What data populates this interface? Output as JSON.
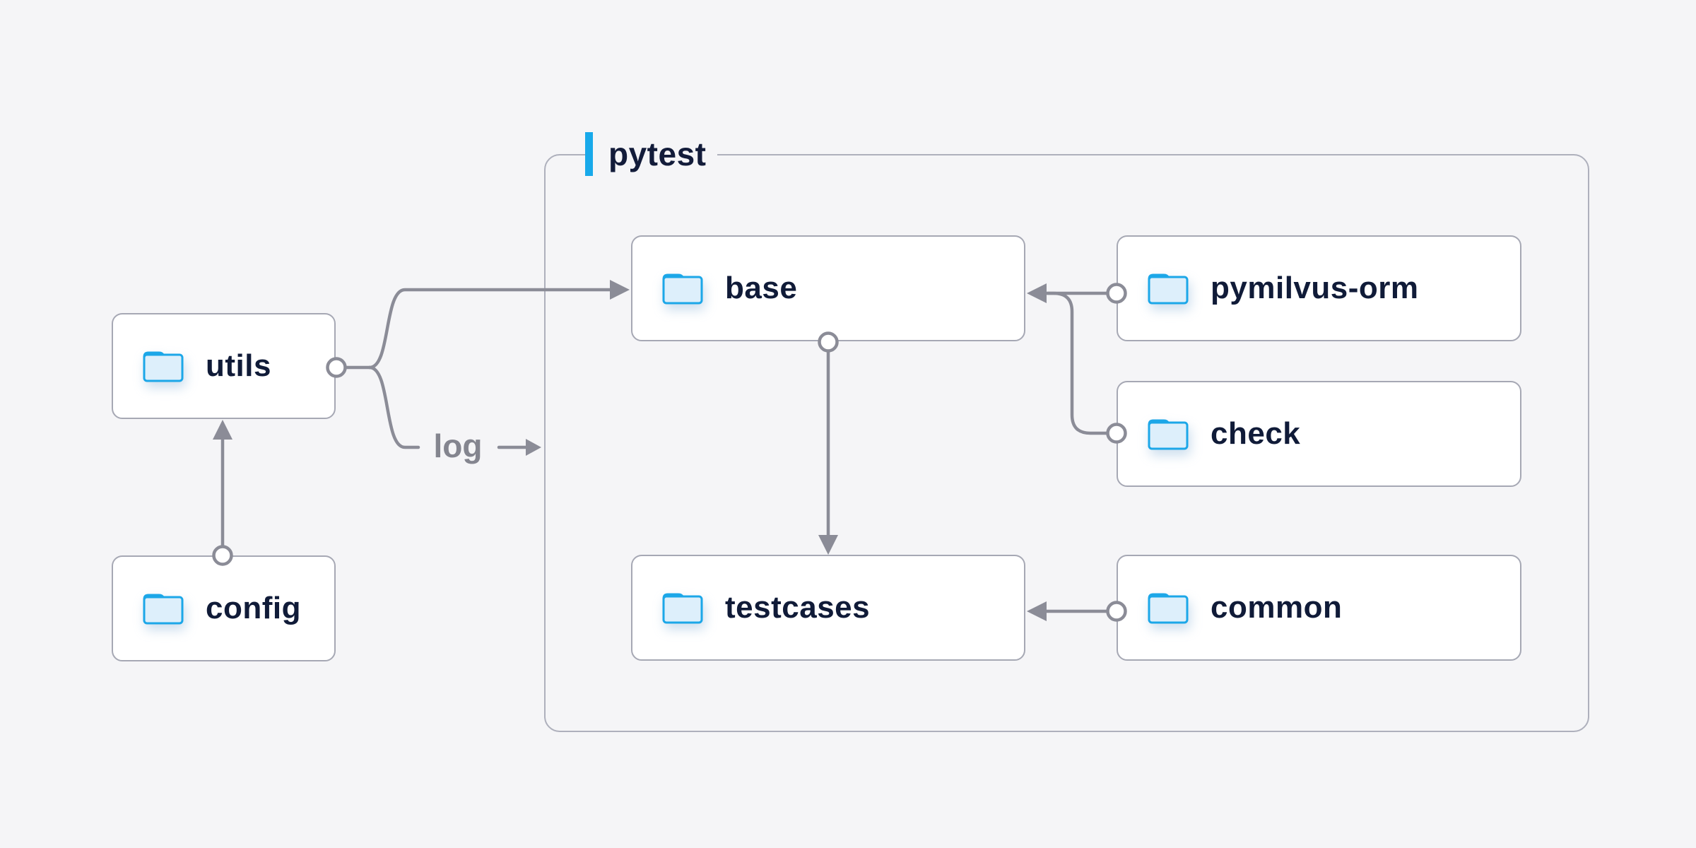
{
  "diagram": {
    "container": {
      "label": "pytest"
    },
    "nodes": [
      {
        "id": "utils",
        "label": "utils",
        "icon": "folder-icon"
      },
      {
        "id": "config",
        "label": "config",
        "icon": "folder-icon"
      },
      {
        "id": "base",
        "label": "base",
        "icon": "folder-icon"
      },
      {
        "id": "testcases",
        "label": "testcases",
        "icon": "folder-icon"
      },
      {
        "id": "pymilvus-orm",
        "label": "pymilvus-orm",
        "icon": "folder-icon"
      },
      {
        "id": "check",
        "label": "check",
        "icon": "folder-icon"
      },
      {
        "id": "common",
        "label": "common",
        "icon": "folder-icon"
      }
    ],
    "edges": [
      {
        "from": "config",
        "to": "utils"
      },
      {
        "from": "utils",
        "to": "base"
      },
      {
        "from": "utils",
        "to": "pytest-border",
        "label": "log"
      },
      {
        "from": "base",
        "to": "testcases"
      },
      {
        "from": "pymilvus-orm",
        "to": "base"
      },
      {
        "from": "check",
        "to": "base"
      },
      {
        "from": "common",
        "to": "testcases"
      }
    ],
    "colors": {
      "background": "#f5f5f7",
      "node_fill": "#ffffff",
      "node_border": "#a6a8b4",
      "group_border": "#aeb0bc",
      "wire": "#8b8c97",
      "text": "#101b38",
      "muted_text": "#84858f",
      "accent_blue": "#18a9ea",
      "folder_stroke": "#1ca7e8",
      "folder_fill": "#ddeffb",
      "folder_tab": "#4fbbf0"
    }
  }
}
